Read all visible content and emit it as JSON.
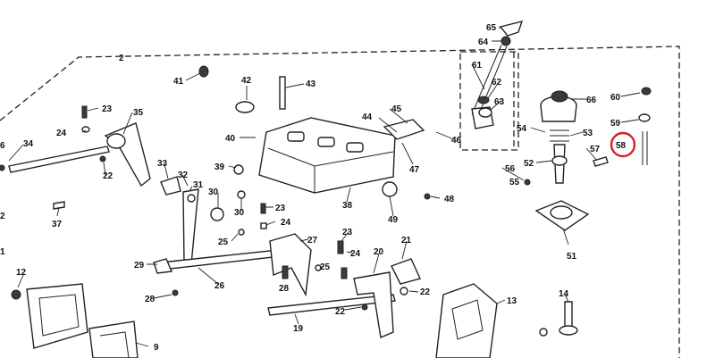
{
  "diagram": {
    "callouts": [
      {
        "id": "c2",
        "text": "2"
      },
      {
        "id": "c65",
        "text": "65"
      },
      {
        "id": "c64",
        "text": "64"
      },
      {
        "id": "c61",
        "text": "61"
      },
      {
        "id": "c62",
        "text": "62"
      },
      {
        "id": "c63",
        "text": "63"
      },
      {
        "id": "c46",
        "text": "46"
      },
      {
        "id": "c66",
        "text": "66"
      },
      {
        "id": "c60",
        "text": "60"
      },
      {
        "id": "c59",
        "text": "59"
      },
      {
        "id": "c54",
        "text": "54"
      },
      {
        "id": "c53",
        "text": "53"
      },
      {
        "id": "c58",
        "text": "58"
      },
      {
        "id": "c52",
        "text": "52"
      },
      {
        "id": "c57",
        "text": "57"
      },
      {
        "id": "c56",
        "text": "56"
      },
      {
        "id": "c55",
        "text": "55"
      },
      {
        "id": "c51",
        "text": "51"
      },
      {
        "id": "c41",
        "text": "41"
      },
      {
        "id": "c42",
        "text": "42"
      },
      {
        "id": "c43",
        "text": "43"
      },
      {
        "id": "c45",
        "text": "45"
      },
      {
        "id": "c44",
        "text": "44"
      },
      {
        "id": "c47",
        "text": "47"
      },
      {
        "id": "c40",
        "text": "40"
      },
      {
        "id": "c39",
        "text": "39"
      },
      {
        "id": "c38",
        "text": "38"
      },
      {
        "id": "c48",
        "text": "48"
      },
      {
        "id": "c49",
        "text": "49"
      },
      {
        "id": "c23a",
        "text": "23"
      },
      {
        "id": "c35",
        "text": "35"
      },
      {
        "id": "c24a",
        "text": "24"
      },
      {
        "id": "c36",
        "text": "6"
      },
      {
        "id": "c34",
        "text": "34"
      },
      {
        "id": "c22a",
        "text": "22"
      },
      {
        "id": "c33",
        "text": "33"
      },
      {
        "id": "c32",
        "text": "32"
      },
      {
        "id": "c31",
        "text": "31"
      },
      {
        "id": "c30a",
        "text": "30"
      },
      {
        "id": "c30b",
        "text": "30"
      },
      {
        "id": "c23b",
        "text": "23"
      },
      {
        "id": "c24b",
        "text": "24"
      },
      {
        "id": "c25a",
        "text": "25"
      },
      {
        "id": "c27",
        "text": "27"
      },
      {
        "id": "c37",
        "text": "37"
      },
      {
        "id": "c2b",
        "text": "2"
      },
      {
        "id": "c1",
        "text": "1"
      },
      {
        "id": "c12",
        "text": "12"
      },
      {
        "id": "c29",
        "text": "29"
      },
      {
        "id": "c26",
        "text": "26"
      },
      {
        "id": "c28a",
        "text": "28"
      },
      {
        "id": "c28b",
        "text": "28"
      },
      {
        "id": "c23c",
        "text": "23"
      },
      {
        "id": "c24c",
        "text": "24"
      },
      {
        "id": "c25b",
        "text": "25"
      },
      {
        "id": "c20",
        "text": "20"
      },
      {
        "id": "c21",
        "text": "21"
      },
      {
        "id": "c22b",
        "text": "22"
      },
      {
        "id": "c22c",
        "text": "22"
      },
      {
        "id": "c19",
        "text": "19"
      },
      {
        "id": "c13",
        "text": "13"
      },
      {
        "id": "c14",
        "text": "14"
      },
      {
        "id": "c9",
        "text": "9"
      }
    ],
    "highlight": {
      "label": "58",
      "color": "#d0202a"
    }
  }
}
